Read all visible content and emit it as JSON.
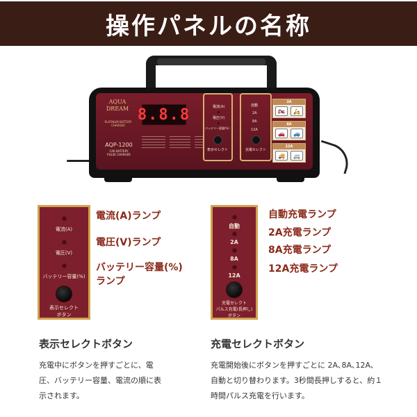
{
  "banner": {
    "title": "操作パネルの名称"
  },
  "device": {
    "brand_line1": "AQUA",
    "brand_line2": "DREAM",
    "brand_sub": "PLATINUM BATTERY CHARGER",
    "model": "AQP-1200",
    "model_sub_line1": "CAR BATTERY",
    "model_sub_line2": "PULSE CHARGER",
    "display_digits": "8.8.8",
    "display_panel": {
      "current": "電流(A)",
      "voltage": "電圧(V)",
      "battery": "バッテリー容量(%)",
      "button": "表示セレクト"
    },
    "charge_panel": {
      "auto": "自動",
      "a2": "2A",
      "a8": "8A",
      "a12": "12A",
      "button": "充電セレクト"
    },
    "modes": [
      {
        "label": "2A",
        "icons": [
          "motorcycle-icon",
          "scooter-icon"
        ]
      },
      {
        "label": "8A",
        "icons": [
          "car-icon",
          "car-icon"
        ]
      },
      {
        "label": "12A",
        "icons": [
          "truck-icon",
          "car-icon"
        ]
      }
    ],
    "colors": {
      "face": "#7a1d2a",
      "trim": "#d9b070",
      "display": "#ff3a3a"
    }
  },
  "display_card": {
    "current_label": "電流(A)",
    "voltage_label": "電圧(V)",
    "battery_label": "バッテリー容量(%)",
    "button_label_line1": "表示セレクト",
    "button_label_line2": "ボタン"
  },
  "display_lamps": {
    "current": "電流(A)ランプ",
    "voltage": "電圧(V)ランプ",
    "battery_line1": "バッテリー容量(%)",
    "battery_line2": "ランプ"
  },
  "charge_card": {
    "auto_label": "自動",
    "a2_label": "2A",
    "a8_label": "8A",
    "a12_label": "12A",
    "button_label_line1": "充電セレクト",
    "button_label_line2": "パルス充電(長押し)",
    "button_label_line3": "ボタン"
  },
  "charge_lamps": {
    "auto": "自動充電ランプ",
    "a2": "2A充電ランプ",
    "a8": "8A充電ランプ",
    "a12": "12A充電ランプ"
  },
  "display_section": {
    "title": "表示セレクトボタン",
    "desc_line1": "充電中にボタンを押すごとに、電",
    "desc_line2": "圧、バッテリー容量、電流の順に表",
    "desc_line3": "示されます。"
  },
  "charge_section": {
    "title": "充電セレクトボタン",
    "desc_line1": "充電開始後にボタンを押すごとに 2A､8A､12A､",
    "desc_line2": "自動と切り替わります。3秒間長押しすると、約１",
    "desc_line3": "時間パルス充電を行います。"
  },
  "colors": {
    "banner": "#3a1d15",
    "card": "#7d1f2d",
    "card_border": "#d2a24c",
    "lamp_text": "#8a2a1a"
  }
}
